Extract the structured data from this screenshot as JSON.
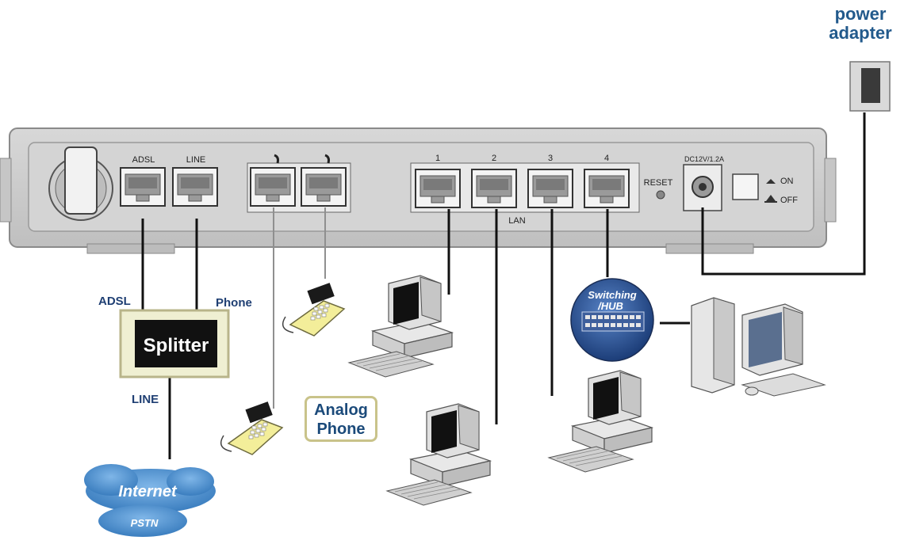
{
  "labels": {
    "power_adapter_line1": "power",
    "power_adapter_line2": "adapter",
    "port_adsl": "ADSL",
    "port_line": "LINE",
    "lan_numbers": [
      "1",
      "2",
      "3",
      "4"
    ],
    "lan": "LAN",
    "reset": "RESET",
    "dc": "DC12V/1.2A",
    "on": "ON",
    "off": "OFF",
    "cable_adsl": "ADSL",
    "cable_phone": "Phone",
    "splitter": "Splitter",
    "cable_line": "LINE",
    "analog_line1": "Analog",
    "analog_line2": "Phone",
    "hub_line1": "Switching",
    "hub_line2": "/HUB",
    "cloud_line1": "Internet",
    "cloud_line2": "PSTN"
  },
  "colors": {
    "router_body": "#dadada",
    "router_panel": "#c9c9c9",
    "label_blue": "#1f3f73",
    "cloud_blue": "#3b86c8",
    "phone_yellow": "#f3ee9a",
    "hub_blue": "#2a4f8f"
  }
}
